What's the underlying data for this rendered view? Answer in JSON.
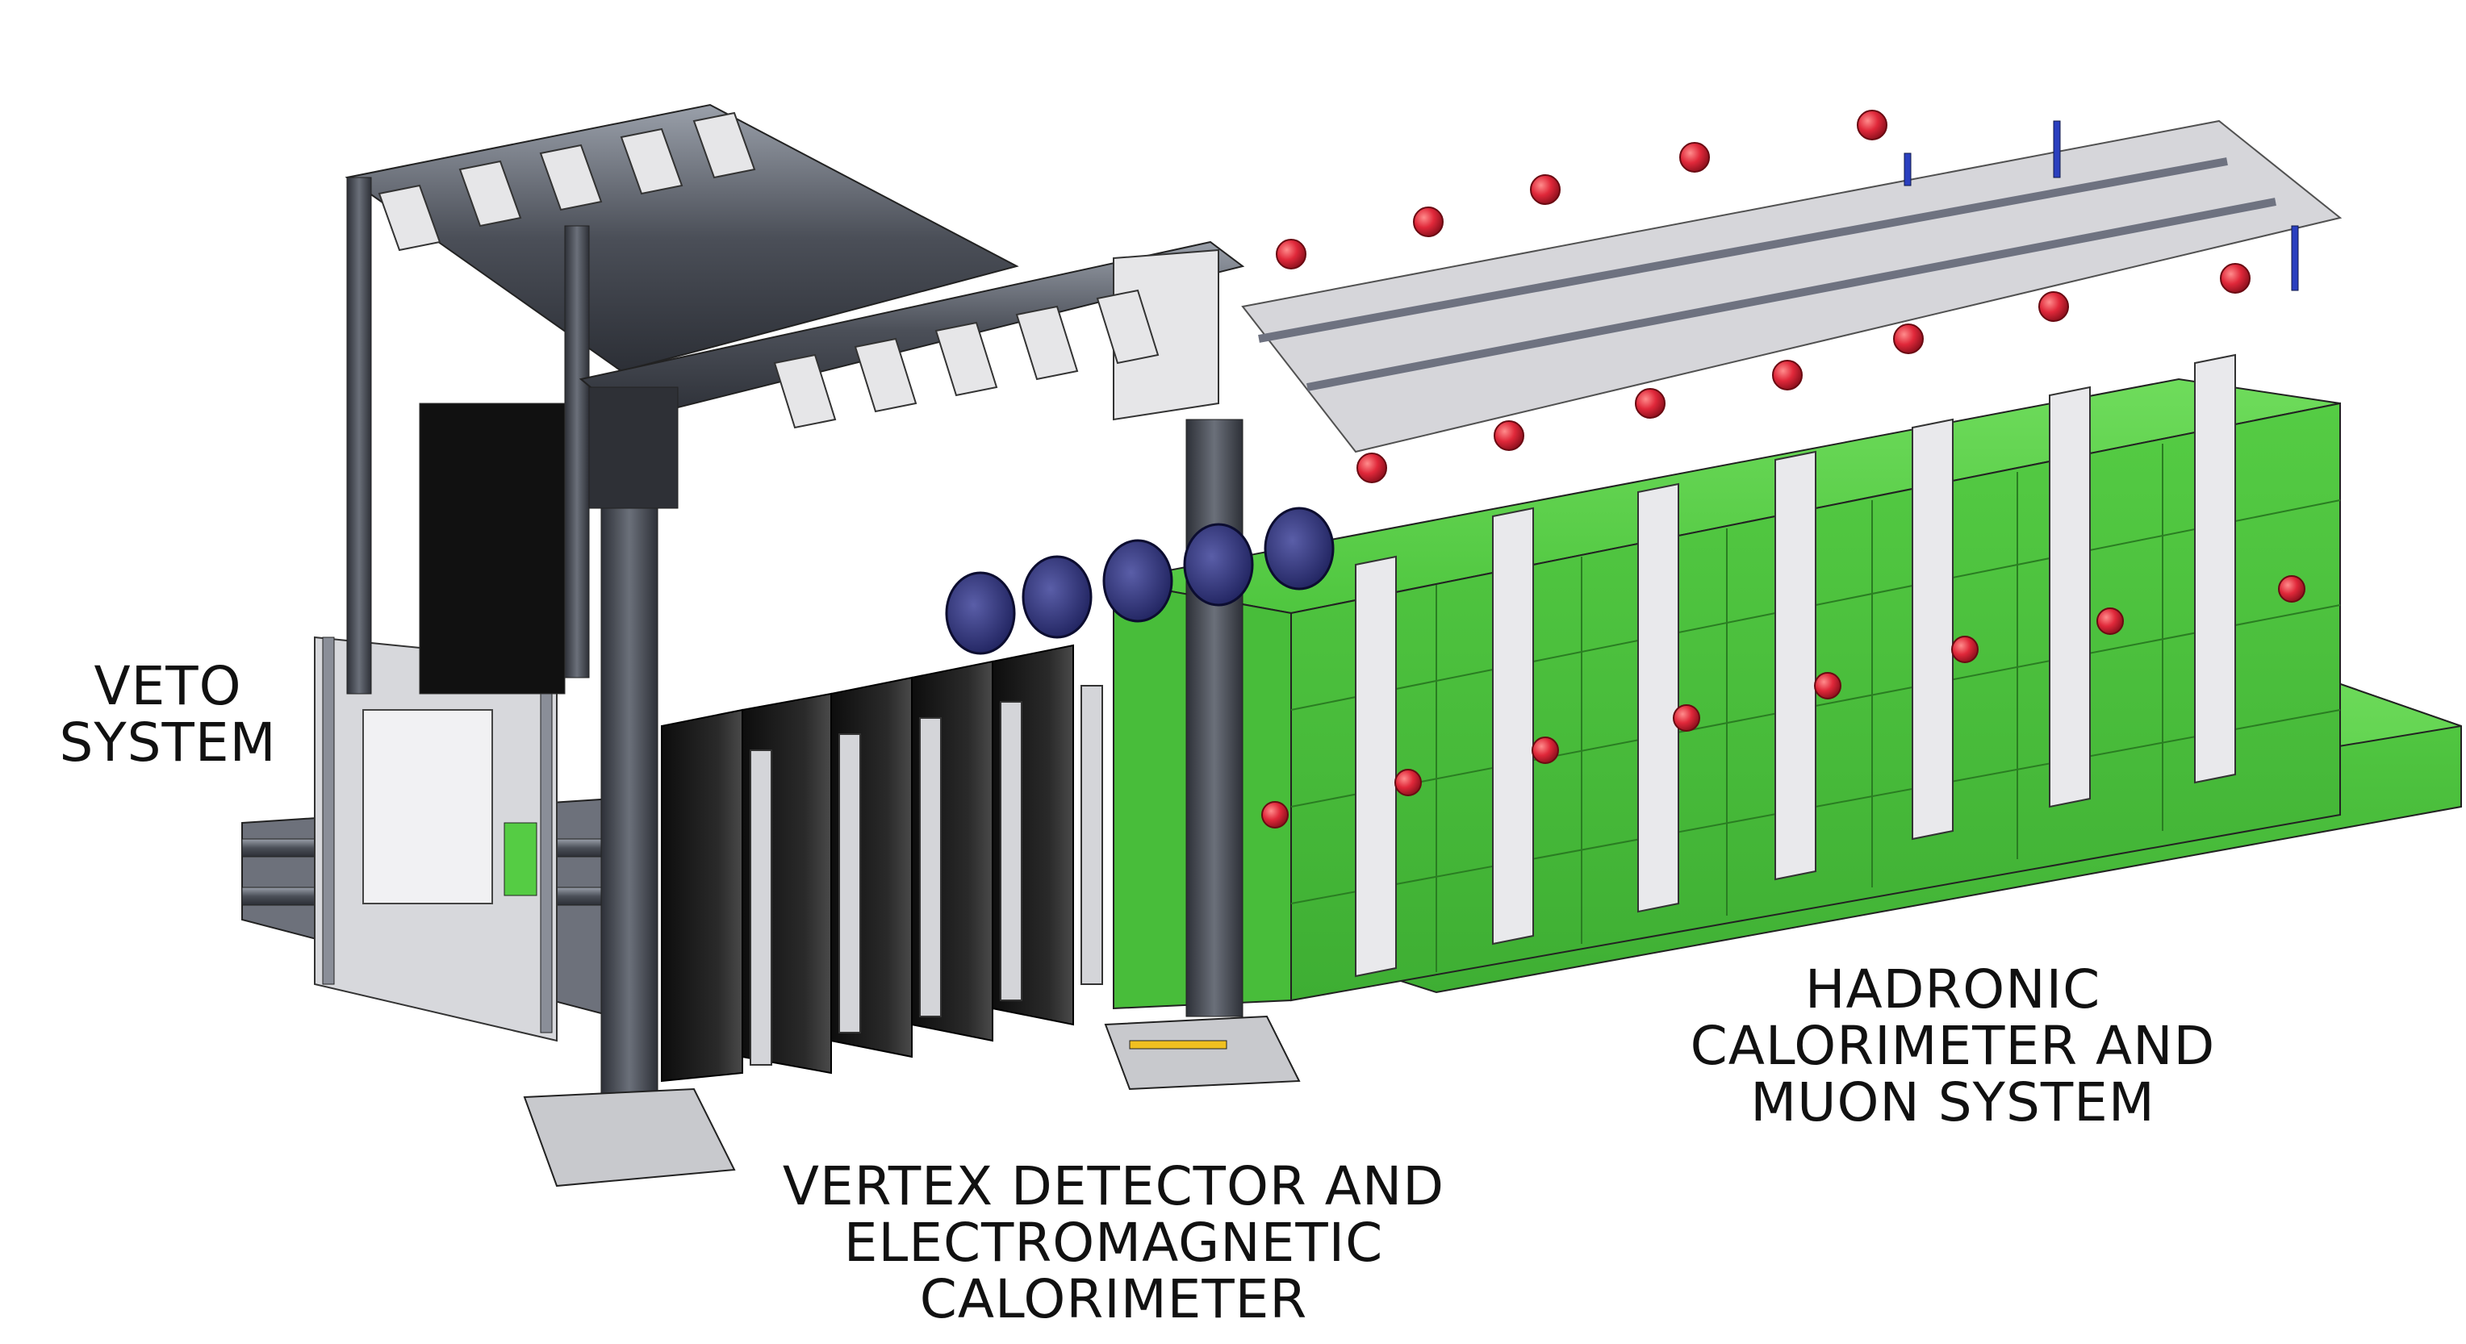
{
  "labels": {
    "veto": [
      "VETO",
      "SYSTEM"
    ],
    "vertex": [
      "VERTEX DETECTOR AND",
      "ELECTROMAGNETIC",
      "CALORIMETER"
    ],
    "hadron": [
      "HADRONIC",
      "CALORIMETER AND",
      "MUON SYSTEM"
    ]
  },
  "colors": {
    "frame": "#4a4d55",
    "frame_light": "#8a8e98",
    "bracket": "#e6e6e8",
    "absorber": "#55cc44",
    "absorber_dark": "#3fae34",
    "em_plate": "#141414",
    "knob": "#2a2d7a",
    "red_knob": "#e0283a"
  }
}
